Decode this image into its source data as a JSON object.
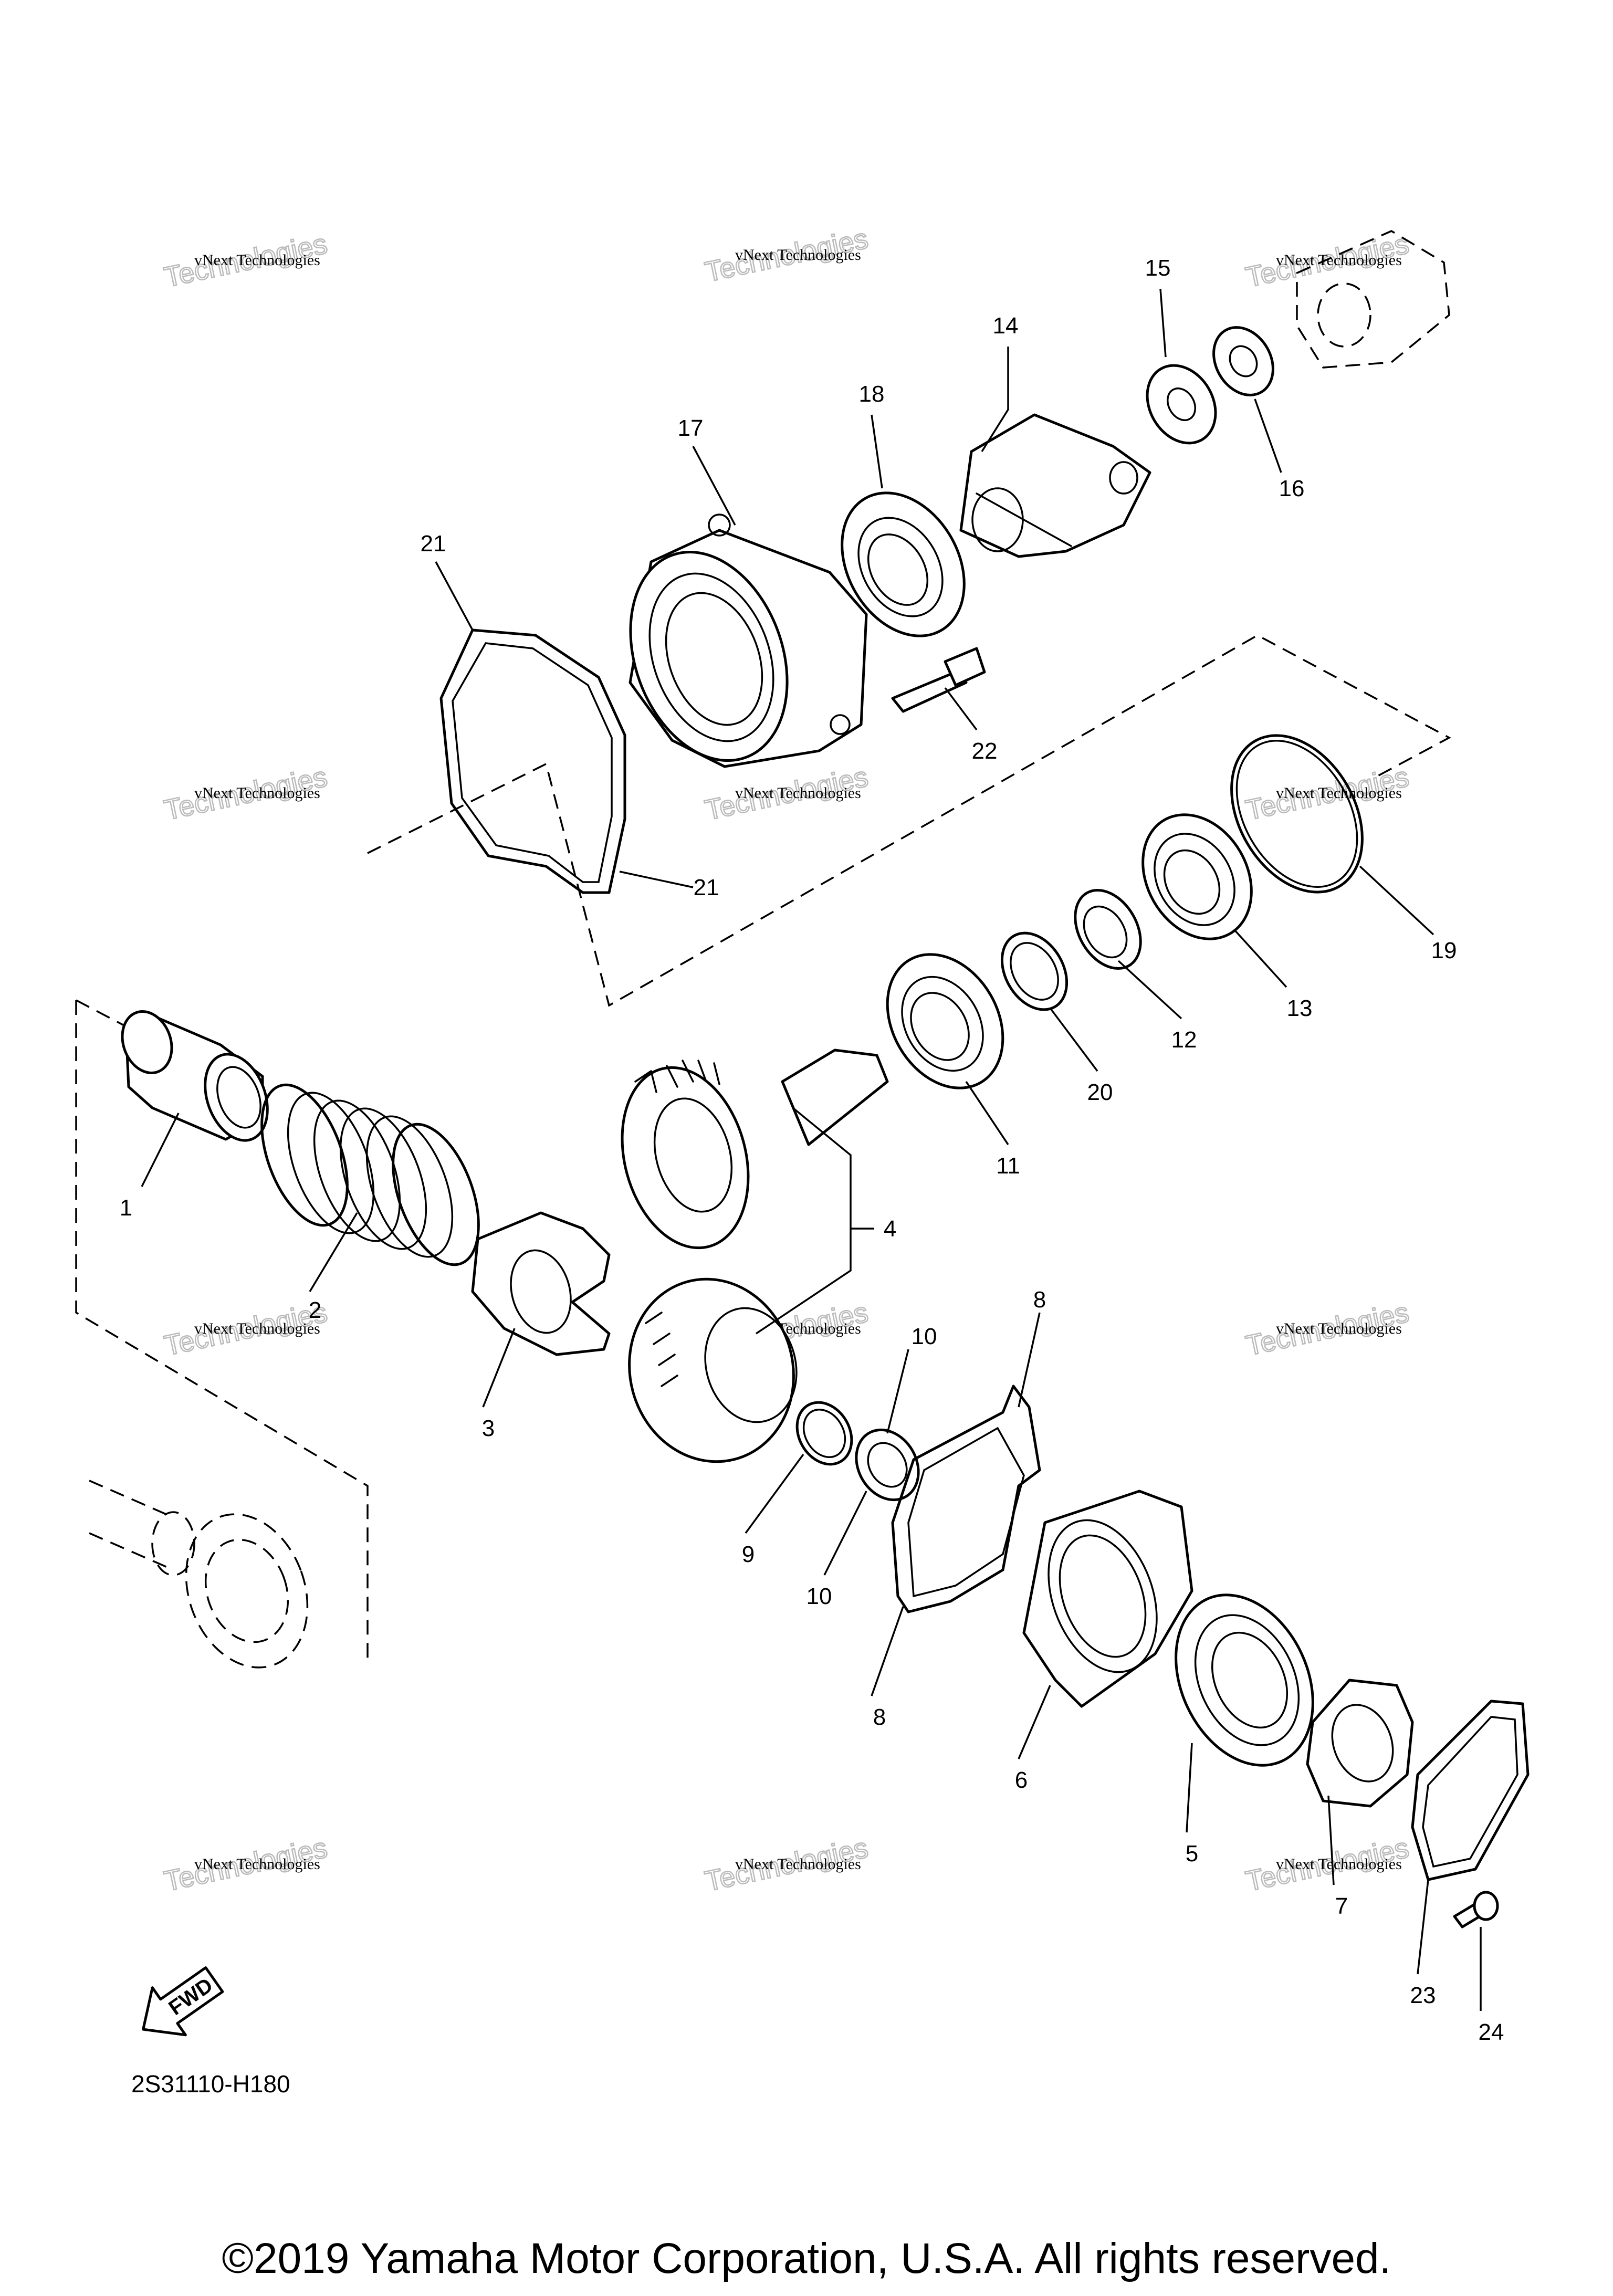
{
  "diagram": {
    "callouts": [
      "1",
      "2",
      "3",
      "4",
      "5",
      "6",
      "7",
      "8",
      "8",
      "9",
      "10",
      "10",
      "11",
      "12",
      "13",
      "14",
      "15",
      "16",
      "17",
      "18",
      "19",
      "20",
      "21",
      "21",
      "22",
      "23",
      "24"
    ],
    "watermark": {
      "line1": "vNext Technologies",
      "line2": "Technologies"
    },
    "fwd_label": "FWD",
    "diagram_code": "2S31110-H180"
  },
  "footer": {
    "copyright": "©2019 Yamaha Motor Corporation, U.S.A. All rights reserved."
  }
}
